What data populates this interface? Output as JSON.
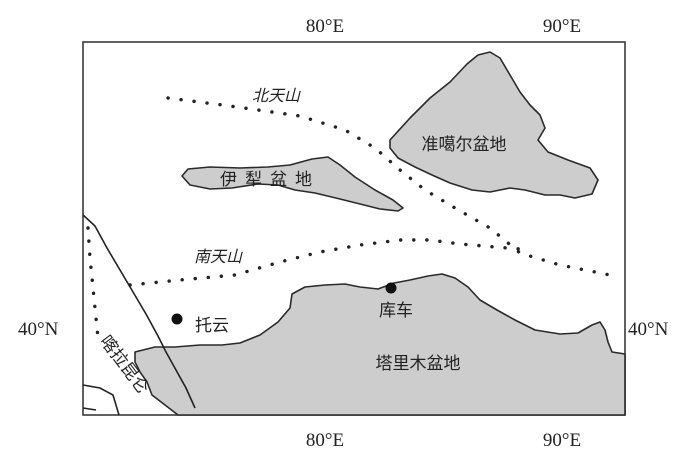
{
  "map": {
    "longitude_labels": {
      "west": "80°E",
      "east": "90°E"
    },
    "latitude_label": "40°N",
    "mountains": {
      "north_tianshan": "北天山",
      "south_tianshan": "南天山",
      "kunlun": "喀拉昆仑"
    },
    "basins": {
      "junggar": "准噶尔盆地",
      "yili": "伊犁盆地",
      "tarim": "塔里木盆地"
    },
    "cities": {
      "tuoyun": "托云",
      "kuqa": "库车"
    },
    "colors": {
      "basin_fill": "#cdcdcd",
      "outline": "#2a2a2a",
      "background": "#ffffff"
    }
  }
}
